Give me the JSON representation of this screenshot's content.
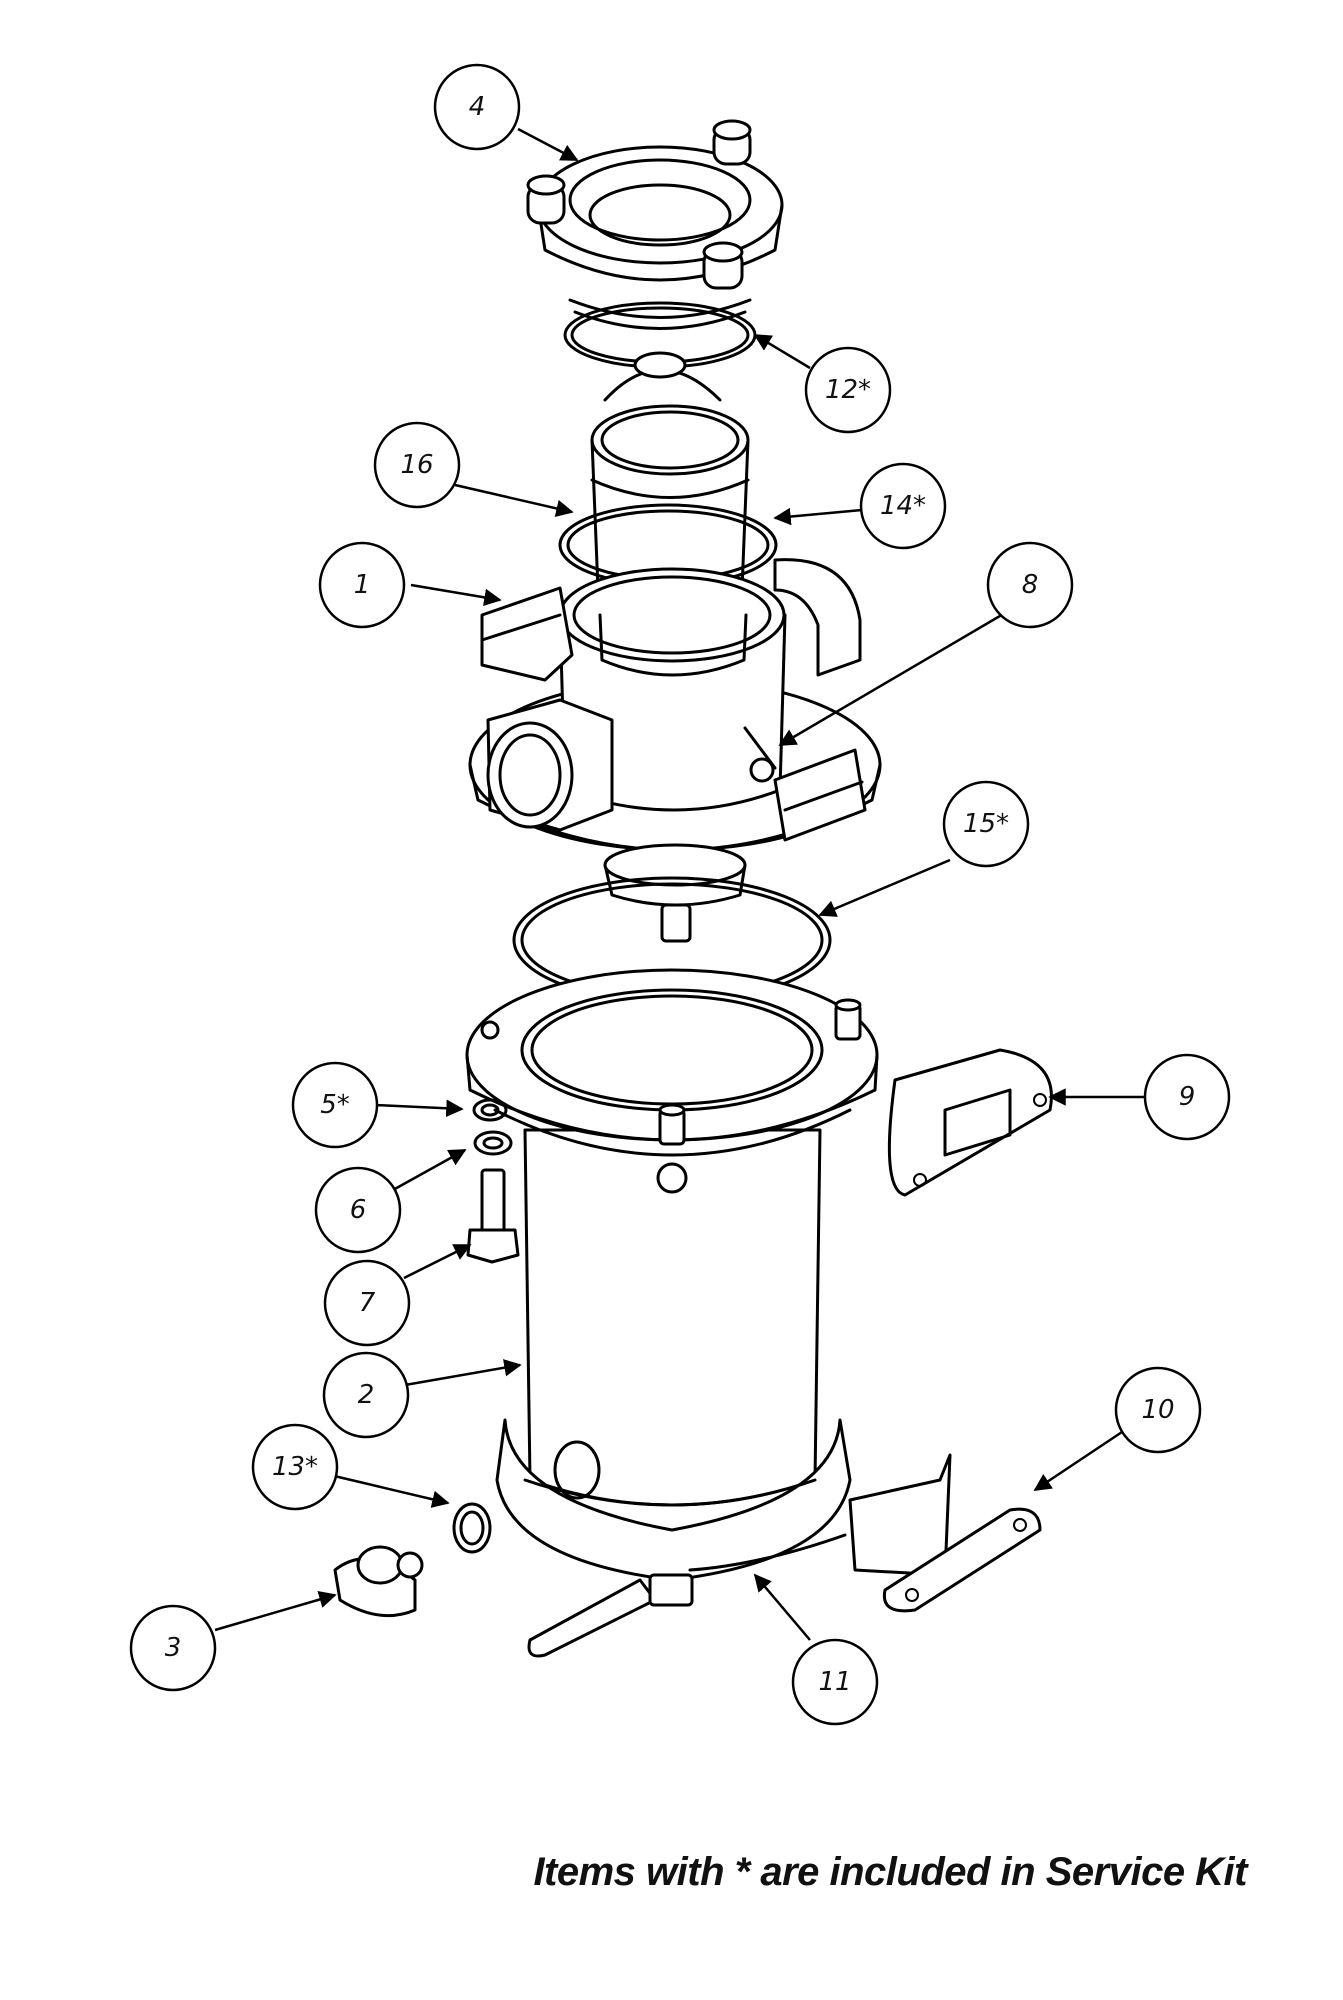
{
  "diagram": {
    "callouts": [
      {
        "id": "c4",
        "label": "4"
      },
      {
        "id": "c12",
        "label": "12*"
      },
      {
        "id": "c16",
        "label": "16"
      },
      {
        "id": "c14",
        "label": "14*"
      },
      {
        "id": "c1",
        "label": "1"
      },
      {
        "id": "c8",
        "label": "8"
      },
      {
        "id": "c15",
        "label": "15*"
      },
      {
        "id": "c5",
        "label": "5*"
      },
      {
        "id": "c9",
        "label": "9"
      },
      {
        "id": "c6",
        "label": "6"
      },
      {
        "id": "c7",
        "label": "7"
      },
      {
        "id": "c2",
        "label": "2"
      },
      {
        "id": "c10",
        "label": "10"
      },
      {
        "id": "c13",
        "label": "13*"
      },
      {
        "id": "c3",
        "label": "3"
      },
      {
        "id": "c11",
        "label": "11"
      }
    ],
    "footnote": "Items with * are included in Service Kit"
  }
}
